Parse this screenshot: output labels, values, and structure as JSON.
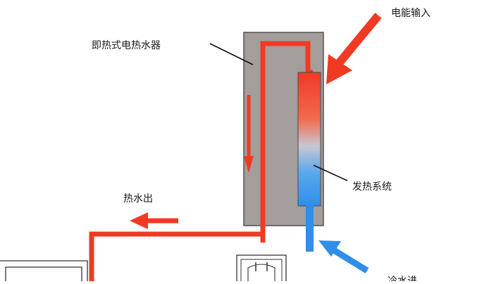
{
  "labels": {
    "heater": "即热式电热水器",
    "power_in": "电能输入",
    "heating_system": "发热系统",
    "hot_water_out": "热水出",
    "cold_water_in": "冷水进"
  },
  "colors": {
    "hot": "#f03a24",
    "cold": "#2f8ee8",
    "heater_body": "#a39e9c",
    "outline": "#333333"
  }
}
